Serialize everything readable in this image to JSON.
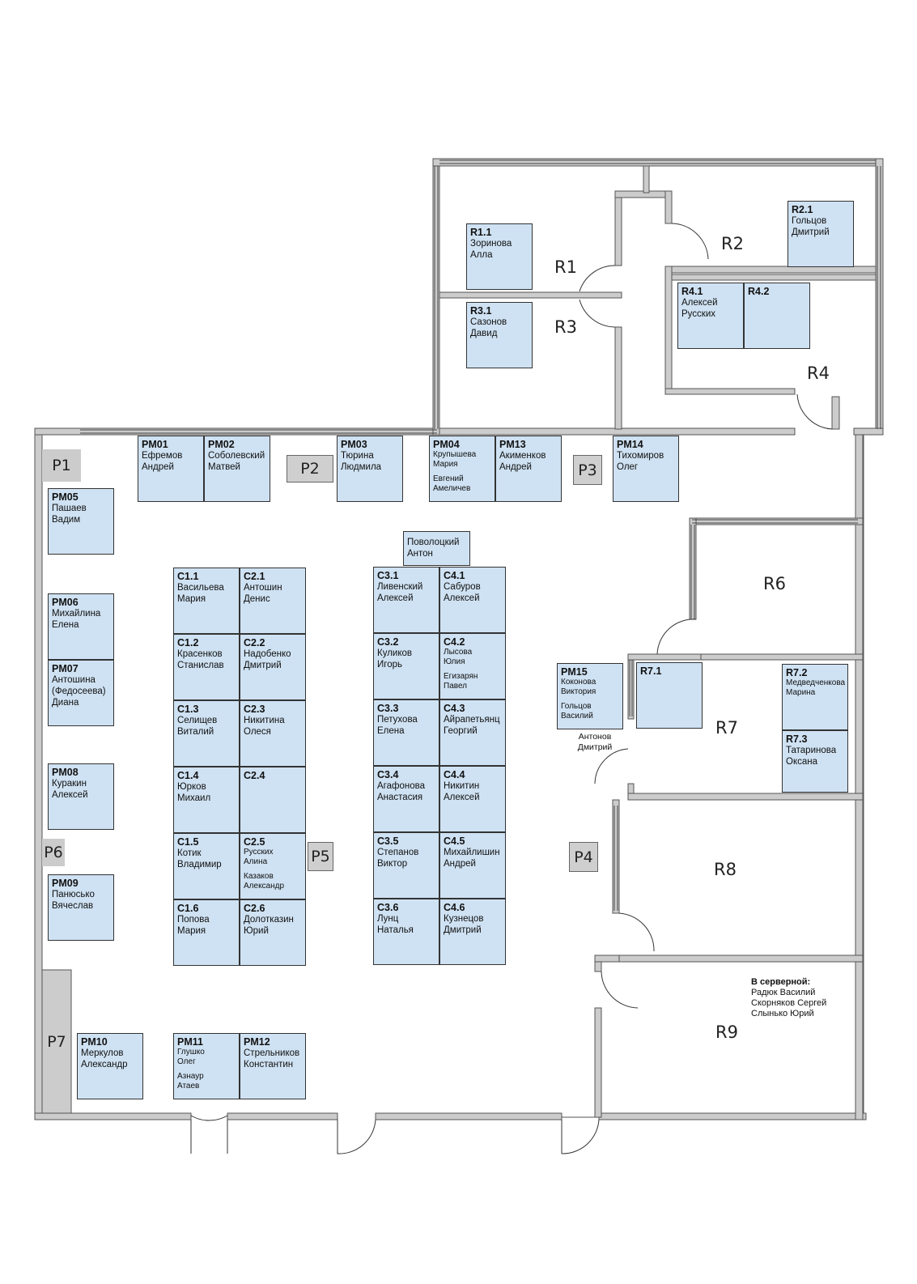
{
  "rooms": [
    {
      "id": "R1",
      "label": "R1"
    },
    {
      "id": "R2",
      "label": "R2"
    },
    {
      "id": "R3",
      "label": "R3"
    },
    {
      "id": "R4",
      "label": "R4"
    },
    {
      "id": "R6",
      "label": "R6"
    },
    {
      "id": "R7",
      "label": "R7"
    },
    {
      "id": "R8",
      "label": "R8"
    },
    {
      "id": "R9",
      "label": "R9"
    }
  ],
  "points": [
    {
      "id": "P1",
      "label": "P1"
    },
    {
      "id": "P2",
      "label": "P2"
    },
    {
      "id": "P3",
      "label": "P3"
    },
    {
      "id": "P4",
      "label": "P4"
    },
    {
      "id": "P5",
      "label": "P5"
    },
    {
      "id": "P6",
      "label": "P6"
    },
    {
      "id": "P7",
      "label": "P7"
    }
  ],
  "desks": [
    {
      "id": "R1.1",
      "code": "R1.1",
      "name": "Зоринова\nАлла"
    },
    {
      "id": "R3.1",
      "code": "R3.1",
      "name": "Сазонов\nДавид"
    },
    {
      "id": "R2.1",
      "code": "R2.1",
      "name": "Гольцов\nДмитрий"
    },
    {
      "id": "R4.1",
      "code": "R4.1",
      "name": "Алексей\nРусских"
    },
    {
      "id": "R4.2",
      "code": "R4.2",
      "name": ""
    },
    {
      "id": "PM01",
      "code": "PM01",
      "name": "Ефремов\nАндрей"
    },
    {
      "id": "PM02",
      "code": "PM02",
      "name": "Соболевский\nМатвей"
    },
    {
      "id": "PM03",
      "code": "PM03",
      "name": "Тюрина\nЛюдмила"
    },
    {
      "id": "PM04",
      "code": "PM04",
      "name": "Крупышева\nМария",
      "extra": "Евгений\nАмеличев"
    },
    {
      "id": "PM13",
      "code": "PM13",
      "name": "Акименков\nАндрей"
    },
    {
      "id": "PM14",
      "code": "PM14",
      "name": "Тихомиров\nОлег"
    },
    {
      "id": "PM05",
      "code": "PM05",
      "name": "Пашаев\nВадим"
    },
    {
      "id": "PM06",
      "code": "PM06",
      "name": "Михайлина\nЕлена"
    },
    {
      "id": "PM07",
      "code": "PM07",
      "name": "Антошина\n(Федосеева)\nДиана"
    },
    {
      "id": "PM08",
      "code": "PM08",
      "name": "Куракин\nАлексей"
    },
    {
      "id": "PM09",
      "code": "PM09",
      "name": "Панюсько\nВячеслав"
    },
    {
      "id": "PM10",
      "code": "PM10",
      "name": "Меркулов\nАлександр"
    },
    {
      "id": "PM11",
      "code": "PM11",
      "name": "Глушко\nОлег",
      "extra": "Азнаур\nАтаев"
    },
    {
      "id": "PM12",
      "code": "PM12",
      "name": "Стрельников\nКонстантин"
    },
    {
      "id": "PM15",
      "code": "PM15",
      "name": "Коконова\nВиктория",
      "extra": "Гольцов\nВасилий"
    },
    {
      "id": "POV",
      "code": "",
      "name": "Поволоцкий\nАнтон"
    },
    {
      "id": "C1.1",
      "code": "C1.1",
      "name": "Васильева\nМария"
    },
    {
      "id": "C1.2",
      "code": "C1.2",
      "name": "Красенков\nСтанислав"
    },
    {
      "id": "C1.3",
      "code": "C1.3",
      "name": "Селищев\nВиталий"
    },
    {
      "id": "C1.4",
      "code": "C1.4",
      "name": "Юрков\nМихаил"
    },
    {
      "id": "C1.5",
      "code": "C1.5",
      "name": "Котик\nВладимир"
    },
    {
      "id": "C1.6",
      "code": "C1.6",
      "name": "Попова\nМария"
    },
    {
      "id": "C2.1",
      "code": "C2.1",
      "name": "Антошин\nДенис"
    },
    {
      "id": "C2.2",
      "code": "C2.2",
      "name": "Надобенко\nДмитрий"
    },
    {
      "id": "C2.3",
      "code": "C2.3",
      "name": "Никитина\nОлеся"
    },
    {
      "id": "C2.4",
      "code": "C2.4",
      "name": ""
    },
    {
      "id": "C2.5",
      "code": "C2.5",
      "name": "Русских\nАлина",
      "extra": "Казаков\nАлександр"
    },
    {
      "id": "C2.6",
      "code": "C2.6",
      "name": "Долотказин\nЮрий"
    },
    {
      "id": "C3.1",
      "code": "C3.1",
      "name": "Ливенский\nАлексей"
    },
    {
      "id": "C3.2",
      "code": "C3.2",
      "name": "Куликов\nИгорь"
    },
    {
      "id": "C3.3",
      "code": "C3.3",
      "name": "Петухова\nЕлена"
    },
    {
      "id": "C3.4",
      "code": "C3.4",
      "name": "Агафонова\nАнастасия"
    },
    {
      "id": "C3.5",
      "code": "C3.5",
      "name": "Степанов\nВиктор"
    },
    {
      "id": "C3.6",
      "code": "C3.6",
      "name": "Лунц\nНаталья"
    },
    {
      "id": "C4.1",
      "code": "C4.1",
      "name": "Сабуров\nАлексей"
    },
    {
      "id": "C4.2",
      "code": "C4.2",
      "name": "Лысова\nЮлия",
      "extra": "Егизарян\nПавел"
    },
    {
      "id": "C4.3",
      "code": "C4.3",
      "name": "Айрапетьянц\nГеоргий"
    },
    {
      "id": "C4.4",
      "code": "C4.4",
      "name": "Никитин\nАлексей"
    },
    {
      "id": "C4.5",
      "code": "C4.5",
      "name": "Михайлишин\nАндрей"
    },
    {
      "id": "C4.6",
      "code": "C4.6",
      "name": "Кузнецов\nДмитрий"
    },
    {
      "id": "R7.1",
      "code": "R7.1",
      "name": ""
    },
    {
      "id": "R7.2",
      "code": "R7.2",
      "name": "Медведченкова\nМарина"
    },
    {
      "id": "R7.3",
      "code": "R7.3",
      "name": "Татаринова\nОксана"
    }
  ],
  "notes": {
    "pm15_extra": "Антонов\nДмитрий",
    "server_title": "В серверной:",
    "server_people": "Радюк Василий\nСкорняков Сергей\nСлынько Юрий"
  }
}
